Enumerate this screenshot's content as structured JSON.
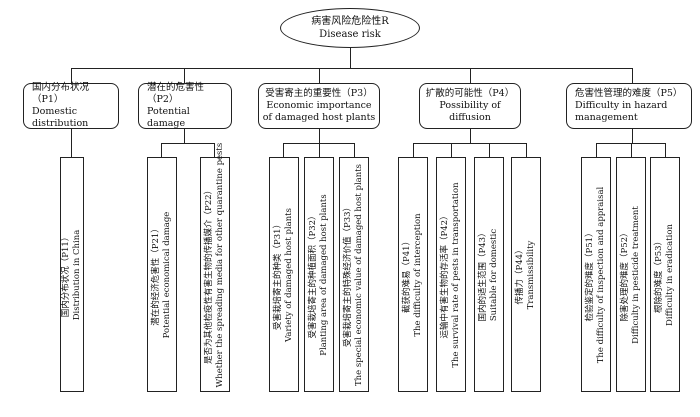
{
  "root": {
    "zh": "病害风险危险性R",
    "en": "Disease risk"
  },
  "categories": [
    {
      "zh": "国内分布状况（P1）",
      "en": "Domestic distribution"
    },
    {
      "zh": "潜在的危害性（P2）",
      "en": "Potential damage"
    },
    {
      "zh": "受害寄主的重要性（P3）",
      "en": "Economic importance of damaged host plants"
    },
    {
      "zh": "扩散的可能性（P4）",
      "en": "Possibility of diffusion"
    },
    {
      "zh": "危害性管理的难度（P5）",
      "en": "Difficulty in hazard management"
    }
  ],
  "leaves": [
    {
      "zh": "国内分布状况（P11）",
      "en": "Distribution in China"
    },
    {
      "zh": "潜在的经济危害性（P21）",
      "en": "Potential economical damage"
    },
    {
      "zh": "是否为其他检疫性有害生物的传播媒介（P22）",
      "en": "Whether the spreading media for other quarantine pests"
    },
    {
      "zh": "受害栽培寄主的种类（P31）",
      "en": "Variety of damaged host plants"
    },
    {
      "zh": "受害栽培寄主的种植面积（P32）",
      "en": "Planting area of damaged host plants"
    },
    {
      "zh": "受害栽培寄主的特殊经济价值（P33）",
      "en": "The special economic value of damaged host plants"
    },
    {
      "zh": "截获的难易（P41）",
      "en": "The difficulty of interception"
    },
    {
      "zh": "运输中有害生物的存活率（P42）",
      "en": "The survival rate of pests in transportation"
    },
    {
      "zh": "国内的适生范围（P43）",
      "en": "Suitable for domestic"
    },
    {
      "zh": "传播力（P44）",
      "en": "Transmissibility"
    },
    {
      "zh": "检验鉴定的难度（P51）",
      "en": "The difficulty of inspection and appraisal"
    },
    {
      "zh": "除害处理的难度（P52）",
      "en": "Difficulty in pesticide treatment"
    },
    {
      "zh": "根除的难度（P53）",
      "en": "Difficulty in eradication"
    }
  ]
}
